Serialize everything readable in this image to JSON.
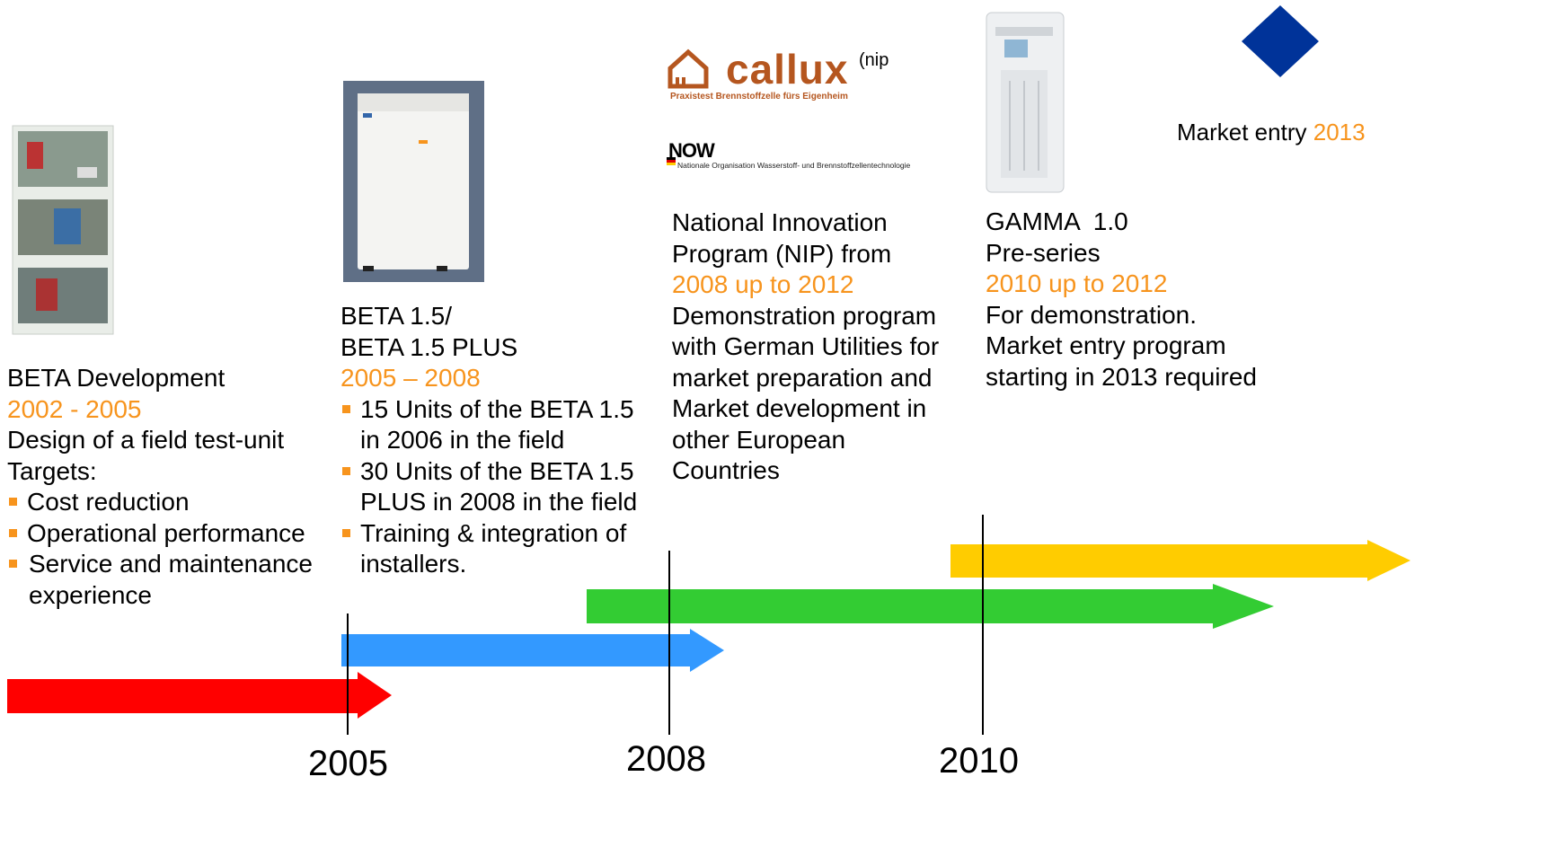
{
  "colors": {
    "accent": "#f7941d",
    "arrow_red": "#ff0000",
    "arrow_blue": "#3399ff",
    "arrow_green": "#33cc33",
    "arrow_yellow": "#ffcc00",
    "diamond": "#003399"
  },
  "beta_dev": {
    "title": "BETA Development",
    "years": "2002 - 2005",
    "line1": "Design of a field test-unit",
    "line2": "Targets:",
    "bullets": [
      "Cost reduction",
      "Operational performance",
      "Service and maintenance experience"
    ]
  },
  "beta15": {
    "title1": "BETA 1.5/",
    "title2": "BETA 1.5 PLUS",
    "years": "2005 – 2008",
    "bullets": [
      "15 Units of the BETA 1.5 in 2006 in the field",
      "30 Units of the BETA 1.5 PLUS in 2008 in the field",
      "Training & integration of installers."
    ]
  },
  "nip": {
    "logo_callux": "callux",
    "logo_callux_sup": "(nip",
    "logo_callux_sub": "Praxistest Brennstoffzelle fürs Eigenheim",
    "logo_now": "NOW",
    "logo_now_sub": "Nationale Organisation Wasserstoff- und Brennstoffzellentechnologie",
    "title": "National Innovation Program (NIP) from",
    "years": "2008 up to 2012",
    "desc": "Demonstration program with German Utilities for market preparation and Market development in other European Countries"
  },
  "gamma": {
    "title": "GAMMA  1.0",
    "subtitle": "Pre-series",
    "years": "2010 up to 2012",
    "desc1": "For demonstration.",
    "desc2": "Market entry program starting in 2013 required"
  },
  "market": {
    "label": "Market entry",
    "year": "2013"
  },
  "years": [
    "2005",
    "2008",
    "2010"
  ]
}
